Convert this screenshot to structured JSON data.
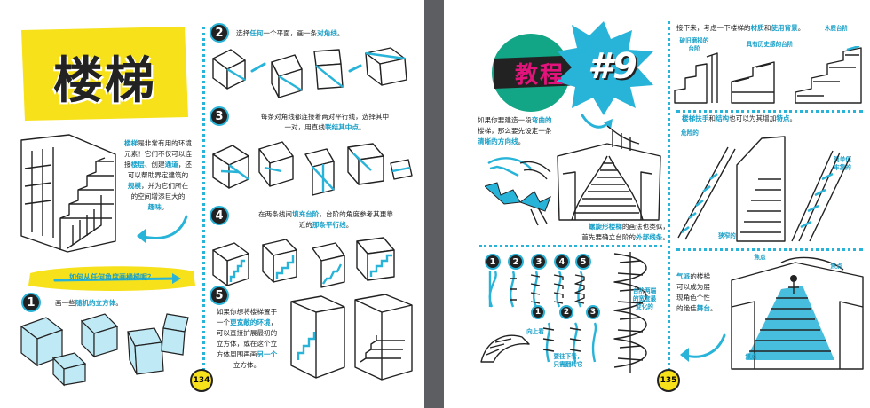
{
  "left_page": {
    "title": "楼梯",
    "intro": {
      "parts": [
        {
          "t": "楼梯",
          "hl": true
        },
        {
          "t": "是非常有用的环境\n元素！它们不仅可以连\n接",
          "hl": false
        },
        {
          "t": "楼层",
          "hl": true
        },
        {
          "t": "、创建",
          "hl": false
        },
        {
          "t": "通道",
          "hl": true
        },
        {
          "t": "，还\n可以帮助界定建筑的\n",
          "hl": false
        },
        {
          "t": "规模",
          "hl": true
        },
        {
          "t": "，并为它们所在\n的空间增添巨大的\n",
          "hl": false
        },
        {
          "t": "趣味",
          "hl": true
        },
        {
          "t": "。",
          "hl": false
        }
      ]
    },
    "question": "如何从任何角度画楼梯呢？",
    "steps": [
      {
        "num": "1",
        "parts": [
          {
            "t": "画一些",
            "hl": false
          },
          {
            "t": "随机的立方体",
            "hl": true
          },
          {
            "t": "。",
            "hl": false
          }
        ]
      },
      {
        "num": "2",
        "parts": [
          {
            "t": "选择",
            "hl": false
          },
          {
            "t": "任何",
            "hl": true
          },
          {
            "t": "一个平面，画一条",
            "hl": false
          },
          {
            "t": "对角线",
            "hl": true
          },
          {
            "t": "。",
            "hl": false
          }
        ]
      },
      {
        "num": "3",
        "parts": [
          {
            "t": "每条对角线都连接着两对平行线，选择其中\n一对，用直线",
            "hl": false
          },
          {
            "t": "联结其中点",
            "hl": true
          },
          {
            "t": "。",
            "hl": false
          }
        ]
      },
      {
        "num": "4",
        "parts": [
          {
            "t": "在两条线间",
            "hl": false
          },
          {
            "t": "填充台阶",
            "hl": true
          },
          {
            "t": "，台阶的角度参考其更靠\n近的",
            "hl": false
          },
          {
            "t": "那条平行线",
            "hl": true
          },
          {
            "t": "。",
            "hl": false
          }
        ]
      },
      {
        "num": "5",
        "parts": [
          {
            "t": "如果你想将楼梯置于\n一个",
            "hl": false
          },
          {
            "t": "更宽敞的环境",
            "hl": true
          },
          {
            "t": "，\n可以直接扩展最初的\n立方体，或在这个立\n方体周围再画",
            "hl": false
          },
          {
            "t": "另一个",
            "hl": true
          },
          {
            "t": "\n立方体。",
            "hl": false
          }
        ]
      }
    ],
    "page_number": "134"
  },
  "right_page": {
    "banner": {
      "word": "教程",
      "hash": "#9"
    },
    "intro": {
      "parts": [
        {
          "t": "如果你要建造一段",
          "hl": false
        },
        {
          "t": "弯曲的",
          "hl": true
        },
        {
          "t": "\n楼梯，那么要先设定一条\n",
          "hl": false
        },
        {
          "t": "清晰的方向线",
          "hl": true
        },
        {
          "t": "。",
          "hl": false
        }
      ]
    },
    "spiral_text": {
      "parts": [
        {
          "t": "螺旋形楼梯",
          "hl": true
        },
        {
          "t": "的画法也类似，\n首先要确立台阶的",
          "hl": false
        },
        {
          "t": "外部线条",
          "hl": true
        },
        {
          "t": "。",
          "hl": false
        }
      ]
    },
    "spiral_steps": [
      "1",
      "2",
      "3",
      "4",
      "5"
    ],
    "small_steps": [
      "1",
      "2",
      "3"
    ],
    "labels": {
      "up": "向上看",
      "down": "要往下看，\n只需翻转它",
      "spiral_side": "台阶两端\n的宽度最\n变化的"
    },
    "top_text": {
      "parts": [
        {
          "t": "接下来，考虑一下楼梯的",
          "hl": false
        },
        {
          "t": "材质",
          "hl": true
        },
        {
          "t": "和",
          "hl": false
        },
        {
          "t": "使用背景",
          "hl": true
        },
        {
          "t": "。",
          "hl": false
        }
      ]
    },
    "material_labels": {
      "broken": "破旧磨损的\n台阶",
      "history": "具有历史感的台阶",
      "wood": "木质台阶"
    },
    "rail_text": {
      "parts": [
        {
          "t": "楼梯扶手",
          "hl": true
        },
        {
          "t": "和",
          "hl": false
        },
        {
          "t": "结构",
          "hl": true
        },
        {
          "t": "也可以为其增加",
          "hl": false
        },
        {
          "t": "特点",
          "hl": true
        },
        {
          "t": "。",
          "hl": false
        }
      ]
    },
    "rail_labels": {
      "danger": "危险的",
      "simple": "简单但\n牢靠的",
      "narrow": "狭窄的"
    },
    "grand_text": {
      "parts": [
        {
          "t": "气派",
          "hl": true
        },
        {
          "t": "的楼梯\n可以成为展\n现角色个性\n的绝佳",
          "hl": false
        },
        {
          "t": "舞台",
          "hl": true
        },
        {
          "t": "。",
          "hl": false
        }
      ]
    },
    "focus_labels": [
      "焦点",
      "焦点",
      "焦点"
    ],
    "page_number": "135"
  }
}
